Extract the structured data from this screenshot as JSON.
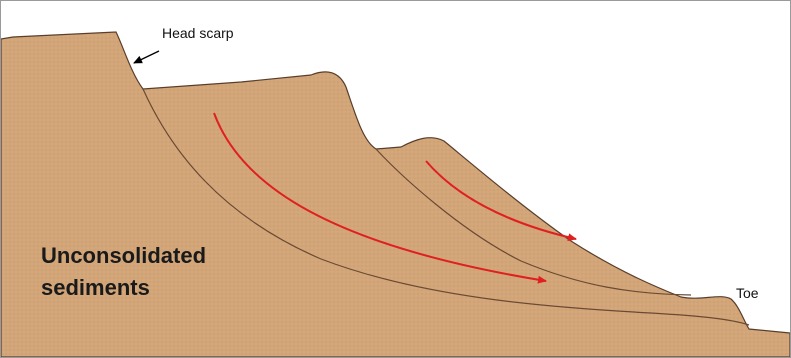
{
  "labels": {
    "head_scarp": "Head scarp",
    "toe": "Toe",
    "sediments_line1": "Unconsolidated",
    "sediments_line2": "sediments"
  },
  "colors": {
    "ground_fill": "#d2a679",
    "outline": "#5a3e2b",
    "slip_line": "#6b4a33",
    "motion_arrow": "#e02020",
    "pointer_arrow": "#000000"
  },
  "icons": {
    "motion_arrow": "curved-red-arrow-icon",
    "pointer_arrow": "black-pointer-arrow-icon"
  }
}
